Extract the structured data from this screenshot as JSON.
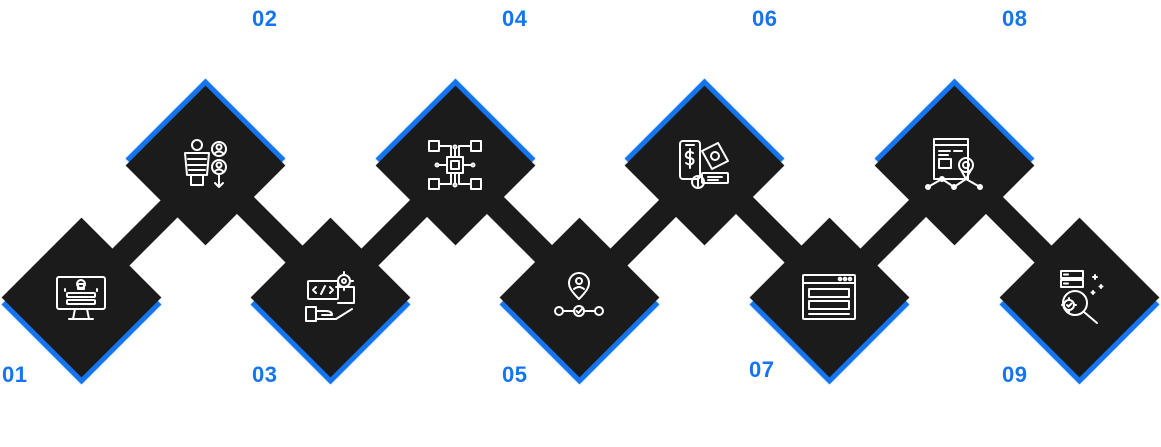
{
  "diagram": {
    "steps": [
      {
        "number": "01",
        "icon": "login-screen-icon"
      },
      {
        "number": "02",
        "icon": "user-data-transfer-icon"
      },
      {
        "number": "03",
        "icon": "code-settings-hand-icon"
      },
      {
        "number": "04",
        "icon": "circuit-chip-icon"
      },
      {
        "number": "05",
        "icon": "user-location-workflow-icon"
      },
      {
        "number": "06",
        "icon": "mobile-payment-icon"
      },
      {
        "number": "07",
        "icon": "browser-window-icon"
      },
      {
        "number": "08",
        "icon": "report-location-network-icon"
      },
      {
        "number": "09",
        "icon": "server-search-gear-icon"
      }
    ],
    "colors": {
      "accent": "#1575f0",
      "tile": "#1b1b1b",
      "line": "#1b1b1b",
      "icon": "#ffffff"
    }
  }
}
